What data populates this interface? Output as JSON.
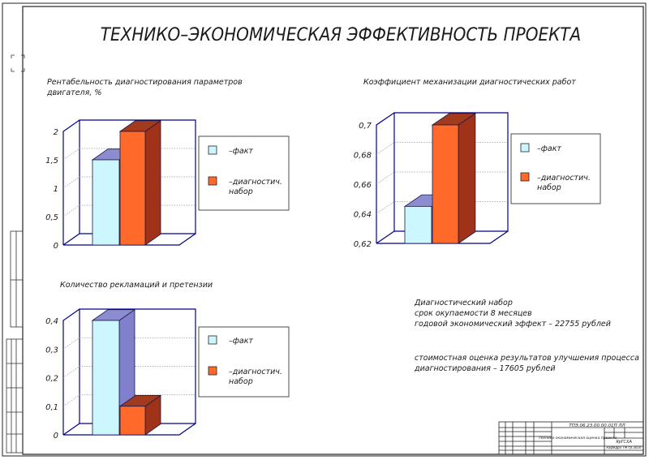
{
  "page": {
    "title": "ТЕХНИКО–ЭКОНОМИЧЕСКАЯ ЭФФЕКТИВНОСТЬ ПРОЕКТА",
    "summary": {
      "line1": "Диагностический набор",
      "line2": "срок окупаемости 8 месяцев",
      "line3": "годовой экономический эффект – 22755 рублей",
      "line4": "стоимостная оценка результатов улучшения процесса",
      "line5": "диагностирования – 17605 рублей"
    },
    "stamp": {
      "doc_code": "ТПЭ.06.23.00.00.01П ЛЛ",
      "name": "Технико-экономическая оценка проекта",
      "org": "ЯрГСХА",
      "group": "кафедра ТМ гр.3016"
    }
  },
  "colors": {
    "fact": "#ccf7ff",
    "fact_side": "#8080cc",
    "fact_top": "#8c8cd0",
    "plan": "#ff6a2a",
    "plan_side": "#a0321a",
    "plan_top": "#a23a1e",
    "axis": "#00008b"
  },
  "chart_data": [
    {
      "type": "bar",
      "title": "Рентабельность диагностирования параметров двигателя, %",
      "title_lines": [
        "Рентабельность диагностирования параметров",
        "двигателя, %"
      ],
      "categories": [
        "–факт",
        "–диагностич. набор"
      ],
      "values": [
        1.5,
        2.0
      ],
      "yticks": [
        "0",
        "0,5",
        "1",
        "1,5",
        "2"
      ],
      "ylim": [
        0,
        2
      ],
      "legend": [
        {
          "label": "–факт",
          "label2": ""
        },
        {
          "label": "–диагностич.",
          "label2": "набор"
        }
      ]
    },
    {
      "type": "bar",
      "title": "Коэффициент механизации диагностических работ",
      "title_lines": [
        "Коэффициент механизации диагностических работ"
      ],
      "categories": [
        "–факт",
        "–диагностич. набор"
      ],
      "values": [
        0.645,
        0.7
      ],
      "yticks": [
        "0,62",
        "0,64",
        "0,66",
        "0,68",
        "0,7"
      ],
      "ylim": [
        0.62,
        0.7
      ],
      "legend": [
        {
          "label": "–факт",
          "label2": ""
        },
        {
          "label": "–диагностич.",
          "label2": "набор"
        }
      ]
    },
    {
      "type": "bar",
      "title": "Количество рекламаций и претензии",
      "title_lines": [
        "Количество рекламаций и претензии"
      ],
      "categories": [
        "–факт",
        "–диагностич. набор"
      ],
      "values": [
        0.4,
        0.1
      ],
      "yticks": [
        "0",
        "0,1",
        "0,2",
        "0,3",
        "0,4"
      ],
      "ylim": [
        0,
        0.4
      ],
      "legend": [
        {
          "label": "–факт",
          "label2": ""
        },
        {
          "label": "–диагностич.",
          "label2": "набор"
        }
      ]
    }
  ]
}
